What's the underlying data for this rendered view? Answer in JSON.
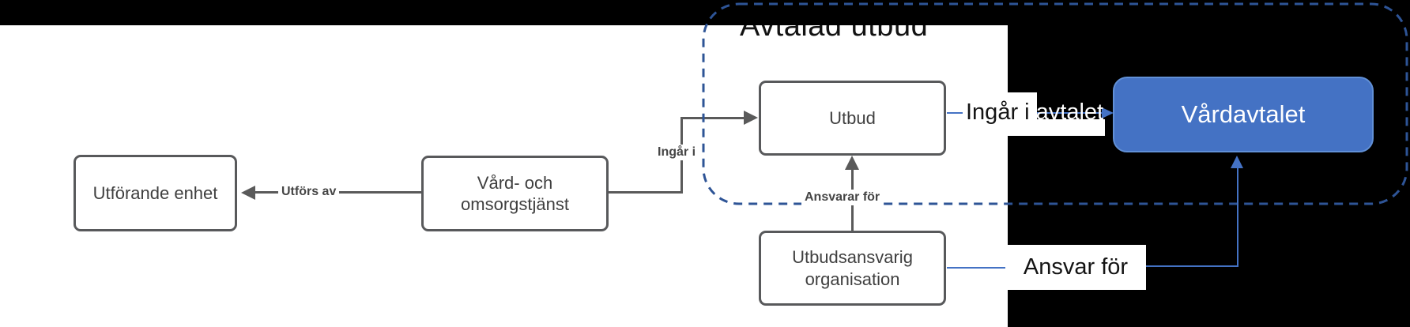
{
  "diagram": {
    "title": "Avtalad utbud",
    "entities": [
      {
        "id": "utforande-enhet",
        "label": "Utförande enhet"
      },
      {
        "id": "vard-och-omsorgstjanst",
        "label": "Vård- och omsorgstjänst",
        "line1": "Vård- och",
        "line2": "omsorgstjänst"
      },
      {
        "id": "utbud",
        "label": "Utbud"
      },
      {
        "id": "utbudsansvarig-organisation",
        "label": "Utbudsansvarig organisation",
        "line1": "Utbudsansvarig",
        "line2": "organisation"
      },
      {
        "id": "vardavtalet",
        "label": "Vårdavtalet"
      }
    ],
    "relations": [
      {
        "id": "utfors-av",
        "label": "Utförs av",
        "from": "vard-och-omsorgstjanst",
        "to": "utforande-enhet"
      },
      {
        "id": "ingar-i",
        "label": "Ingår i",
        "from": "vard-och-omsorgstjanst",
        "to": "utbud"
      },
      {
        "id": "ansvarar-for",
        "label": "Ansvarar för",
        "from": "utbudsansvarig-organisation",
        "to": "utbud"
      }
    ],
    "annotations": [
      {
        "id": "ingar-i-avtalet",
        "label": "Ingår i avtalet",
        "part_black": "Ingår i ",
        "part_white": "avtalet"
      },
      {
        "id": "ansvar-for",
        "label": "Ansvar för"
      }
    ],
    "colors": {
      "accent_blue": "#4472C4",
      "dashed_border_blue": "#2E5496",
      "box_border_gray": "#58595B",
      "connector_gray": "#5A5A5A",
      "box_text": "#3F3F3F",
      "relation_label_text": "#454545",
      "annotation_text": "#141414",
      "mask_black": "#000000",
      "background_white": "#FFFFFF"
    }
  }
}
